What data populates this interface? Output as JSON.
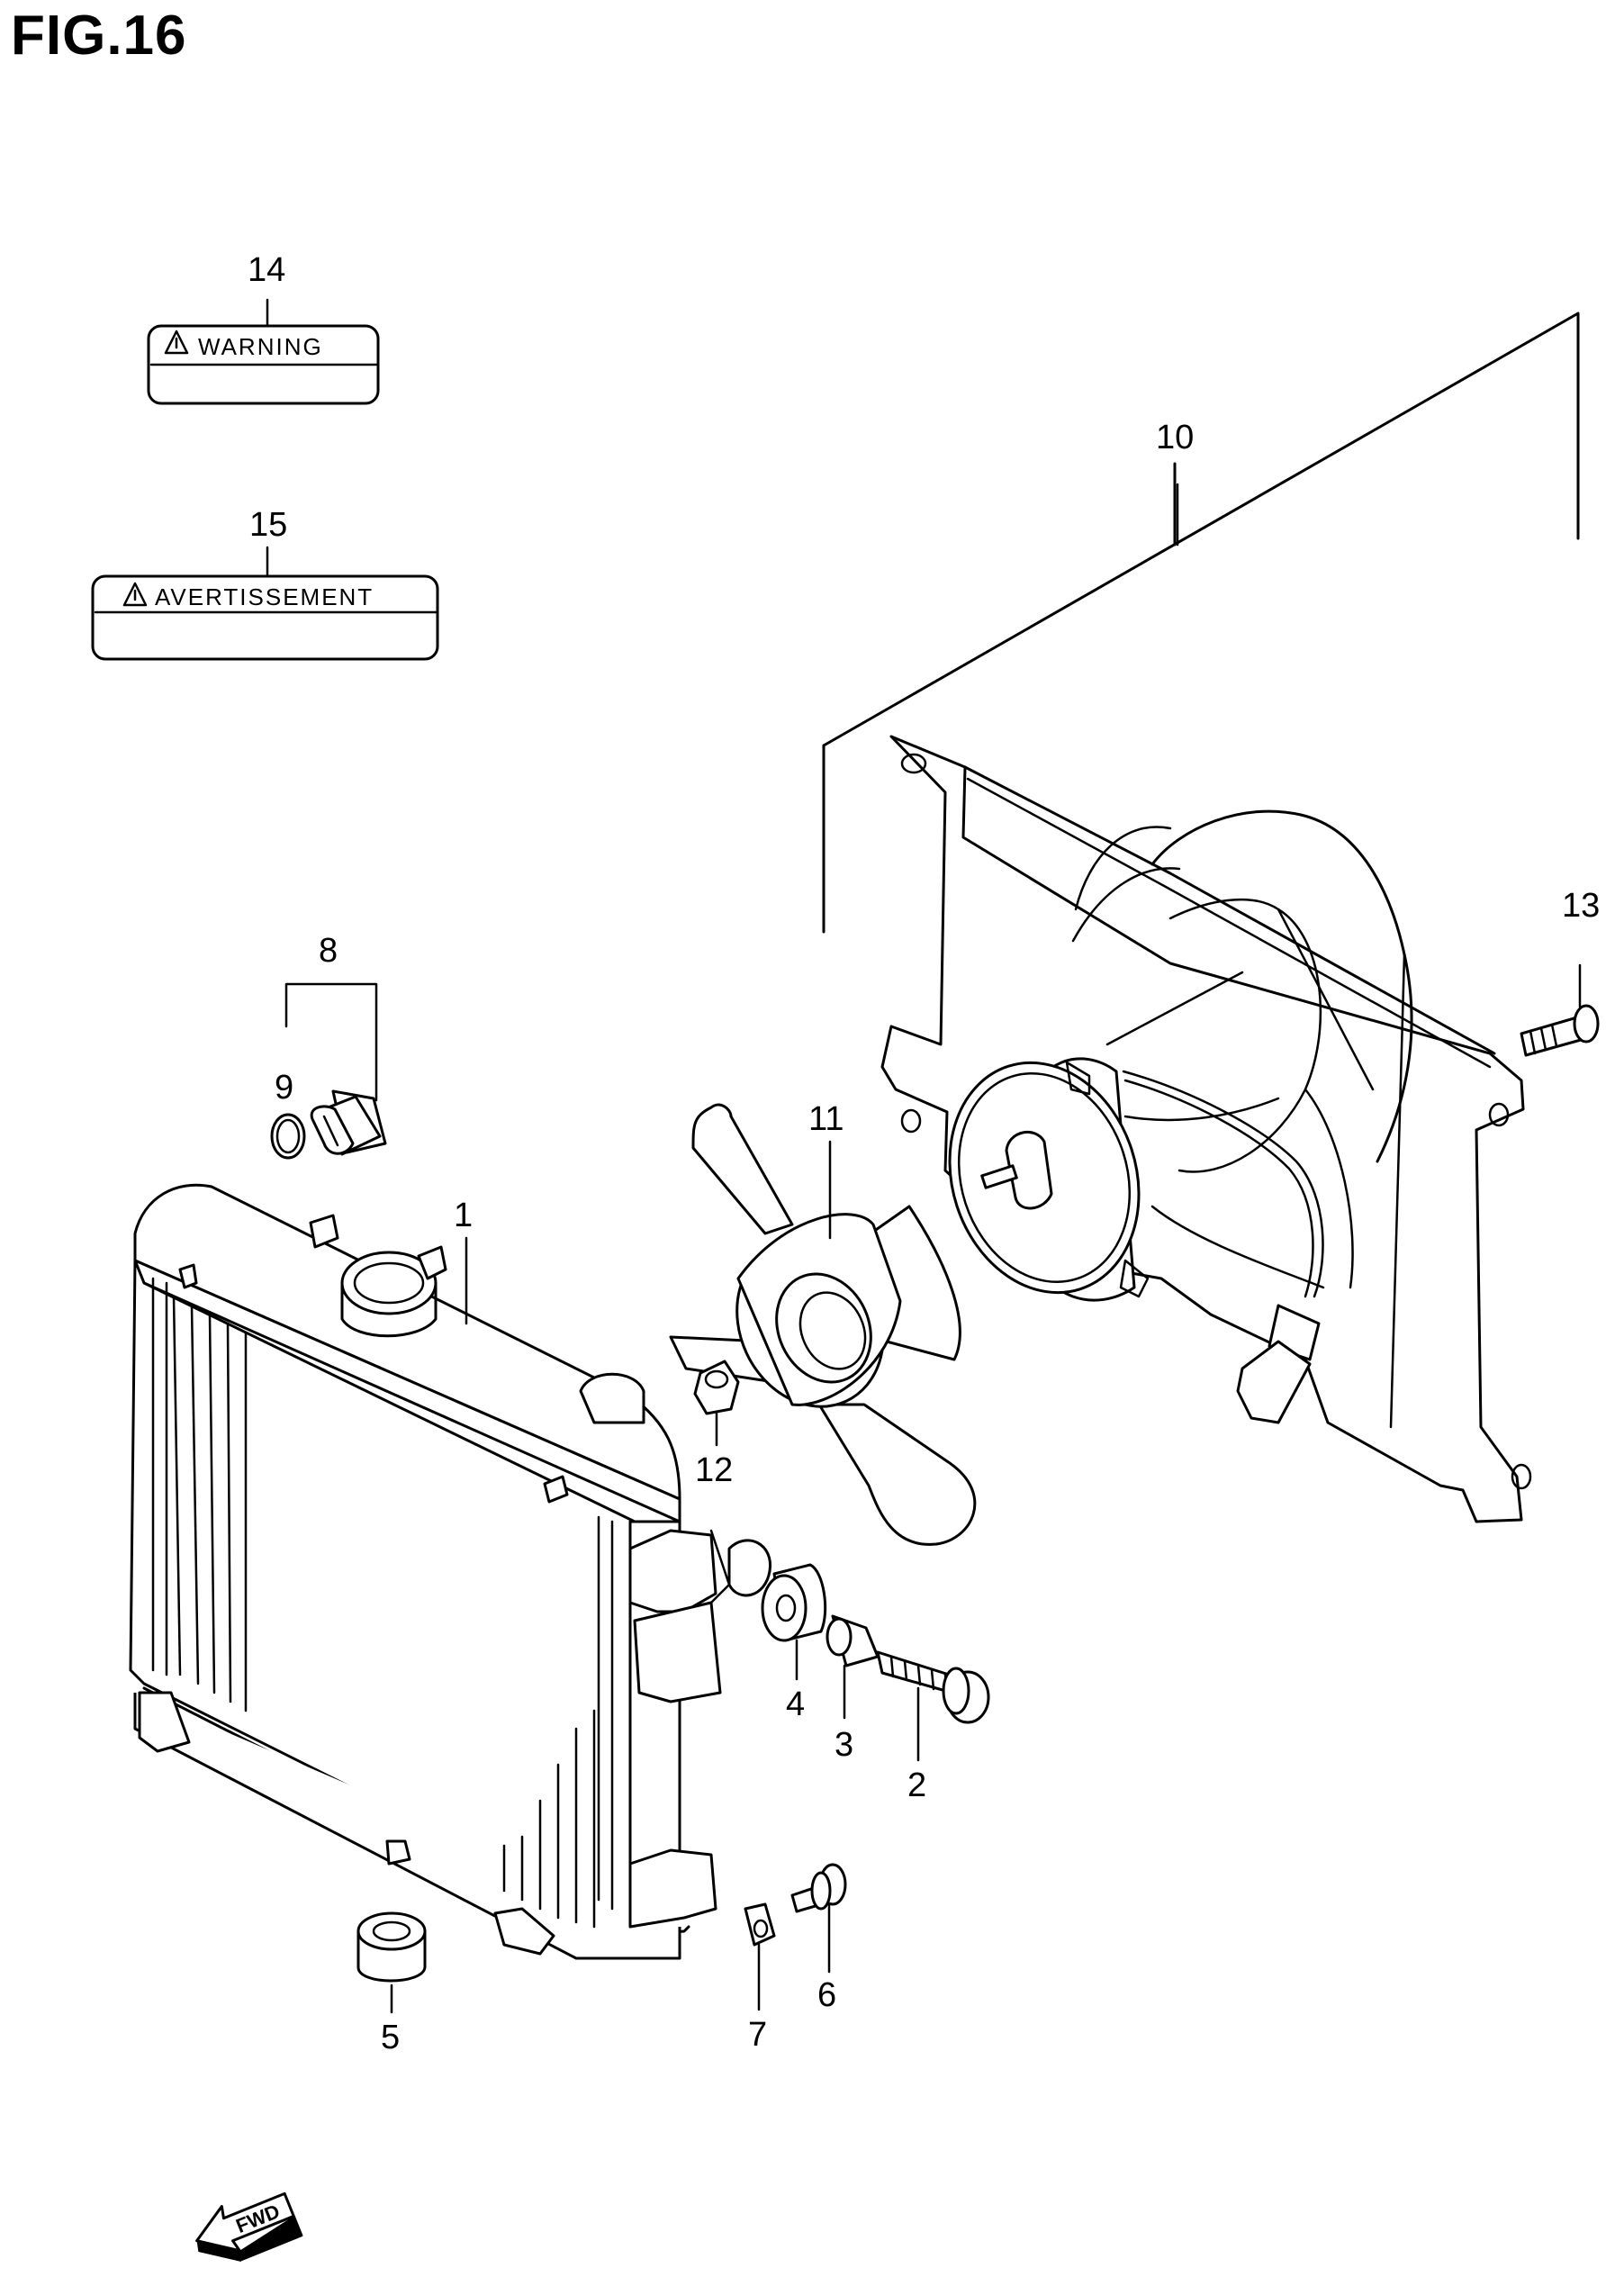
{
  "figure": {
    "title": "FIG.16"
  },
  "labels": {
    "warning": "WARNING",
    "avertissement": "AVERTISSEMENT",
    "fwd": "FWD"
  },
  "callouts": [
    "1",
    "2",
    "3",
    "4",
    "5",
    "6",
    "7",
    "8",
    "9",
    "10",
    "11",
    "12",
    "13",
    "14",
    "15"
  ],
  "icons": [
    "warning-triangle-icon",
    "fwd-arrow-icon"
  ]
}
